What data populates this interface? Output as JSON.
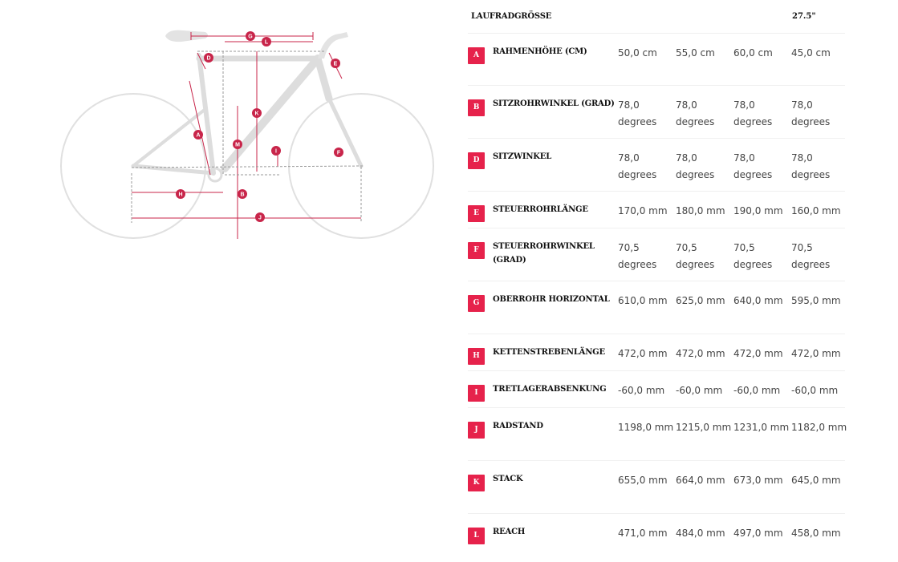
{
  "table": {
    "header_label": "LAUFRADGRÖSSE",
    "header_value": "27.5\"",
    "rows": [
      {
        "key": "A",
        "label": "RAHMENHÖHE (CM)",
        "values": [
          "50,0 cm",
          "55,0 cm",
          "60,0 cm",
          "45,0 cm"
        ]
      },
      {
        "key": "B",
        "label": "SITZROHRWINKEL (GRAD)",
        "values": [
          "78,0 degrees",
          "78,0 degrees",
          "78,0 degrees",
          "78,0 degrees"
        ]
      },
      {
        "key": "D",
        "label": "SITZWINKEL",
        "values": [
          "78,0 degrees",
          "78,0 degrees",
          "78,0 degrees",
          "78,0 degrees"
        ]
      },
      {
        "key": "E",
        "label": "STEUERROHRLÄNGE",
        "values": [
          "170,0 mm",
          "180,0 mm",
          "190,0 mm",
          "160,0 mm"
        ]
      },
      {
        "key": "F",
        "label": "STEUERROHRWINKEL (GRAD)",
        "values": [
          "70,5 degrees",
          "70,5 degrees",
          "70,5 degrees",
          "70,5 degrees"
        ]
      },
      {
        "key": "G",
        "label": "OBERROHR HORIZONTAL",
        "values": [
          "610,0 mm",
          "625,0 mm",
          "640,0 mm",
          "595,0 mm"
        ]
      },
      {
        "key": "H",
        "label": "KETTENSTREBENLÄNGE",
        "values": [
          "472,0 mm",
          "472,0 mm",
          "472,0 mm",
          "472,0 mm"
        ]
      },
      {
        "key": "I",
        "label": "TRETLAGERABSENKUNG",
        "values": [
          "-60,0 mm",
          "-60,0 mm",
          "-60,0 mm",
          "-60,0 mm"
        ]
      },
      {
        "key": "J",
        "label": "RADSTAND",
        "values": [
          "1198,0 mm",
          "1215,0 mm",
          "1231,0 mm",
          "1182,0 mm"
        ]
      },
      {
        "key": "K",
        "label": "STACK",
        "values": [
          "655,0 mm",
          "664,0 mm",
          "673,0 mm",
          "645,0 mm"
        ]
      },
      {
        "key": "L",
        "label": "REACH",
        "values": [
          "471,0 mm",
          "484,0 mm",
          "497,0 mm",
          "458,0 mm"
        ]
      }
    ]
  },
  "diagram": {
    "markers": [
      "G",
      "L",
      "D",
      "E",
      "K",
      "A",
      "M",
      "I",
      "F",
      "H",
      "B",
      "J"
    ],
    "accent_color": "#c8254a",
    "frame_color": "#dddddd",
    "wheel_color": "#e0e0e0"
  }
}
